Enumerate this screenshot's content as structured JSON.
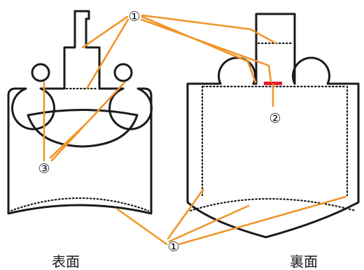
{
  "labels": {
    "marker_1": "①",
    "marker_2": "②",
    "marker_3": "③"
  },
  "captions": {
    "front": "表面",
    "back": "裏面"
  },
  "colors": {
    "outline": "#1a1a1a",
    "leader": "#f0962a",
    "mark": "#e0202a",
    "background": "#ffffff"
  }
}
